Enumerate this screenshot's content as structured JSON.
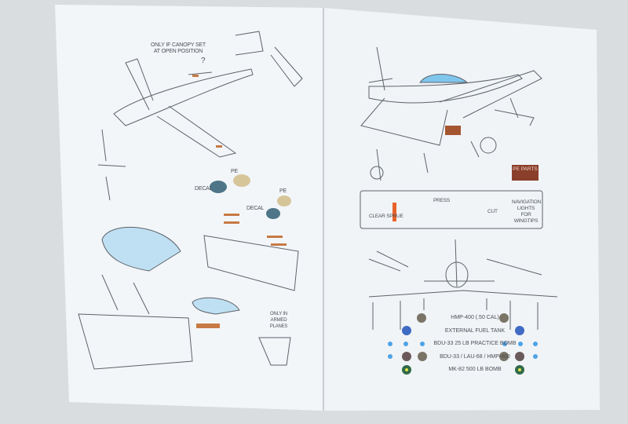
{
  "left_page": {
    "canopy_note": "ONLY IF CANOPY SET AT OPEN POSITION",
    "decal_label_1": "DECAL",
    "pe_label_1": "PE",
    "decal_label_2": "DECAL",
    "pe_label_2": "PE",
    "question_mark": "?",
    "armed_note": "ONLY IN ARMED PLANES"
  },
  "right_page": {
    "pe_parts_badge": "PE PARTS",
    "nav_lights_box": {
      "clear_sprue": "CLEAR SPRUE",
      "press": "PRESS",
      "cut": "CUT",
      "navigation": "NAVIGATION LIGHTS FOR WINGTIPS"
    },
    "legend": [
      "HMP-400 (.50 CAL)",
      "EXTERNAL FUEL TANK",
      "BDU-33 25 LB PRACTICE BOMB",
      "BDU-33 / LAU-68 / HMP-400",
      "MK-82 500 LB BOMB"
    ]
  },
  "colors": {
    "page": "#f3f6f9",
    "canopy": "#bfe0f2",
    "line": "#5d636b",
    "pe_copper": "#c77a45",
    "fuel_tank_blue": "#3f6bc4",
    "bomb_blue": "#4ea3e6",
    "mk82_green": "#2f6a4a"
  }
}
